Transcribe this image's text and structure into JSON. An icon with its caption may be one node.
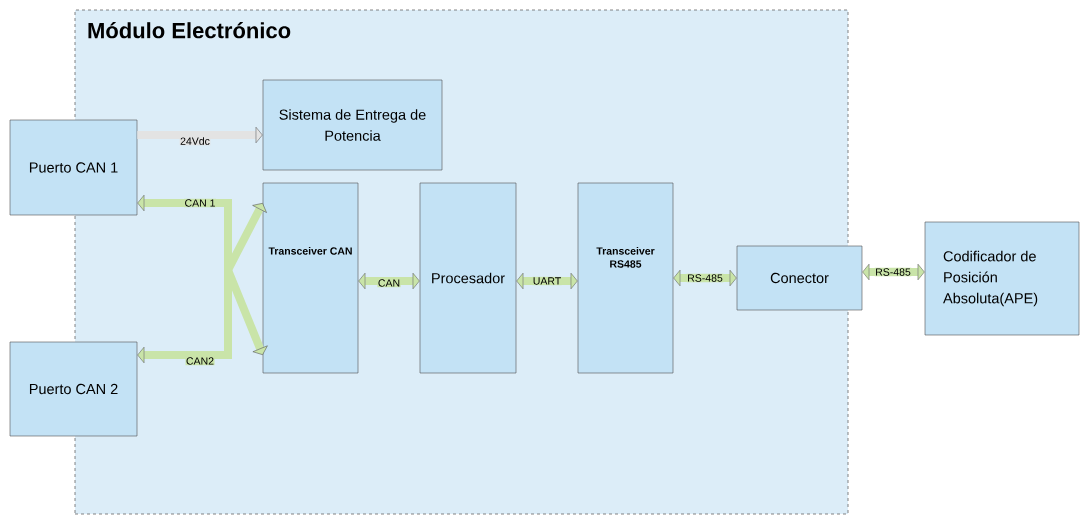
{
  "diagram": {
    "nodes": [
      {
        "text": [
          "Módulo Electrónico"
        ]
      },
      {
        "text": [
          "Puerto CAN 1"
        ]
      },
      {
        "text": [
          "Sistema de Entrega de Potencia"
        ],
        "in": 0
      },
      {
        "text": [
          "Transceiver CAN"
        ],
        "in": 0
      },
      {
        "text": [
          "Procesador"
        ],
        "in": 0
      },
      {
        "text": [
          "Transceiver RS485"
        ],
        "in": 0
      },
      {
        "text": [
          "Conector"
        ]
      },
      {
        "text": [
          "Codificador de Posición Absoluta(APE)"
        ]
      },
      {
        "text": [
          "Puerto CAN 2"
        ]
      }
    ],
    "edges": [
      {
        "from": 1,
        "to": 2,
        "arrow": "to",
        "label": "24Vdc",
        "color": "#e3e3e3"
      },
      {
        "from": 1,
        "to": 3,
        "arrow": "both",
        "label": "CAN 1"
      },
      {
        "from": 8,
        "to": 3,
        "arrow": "both",
        "label": "CAN2"
      },
      {
        "from": 3,
        "to": 4,
        "arrow": "both",
        "label": "CAN"
      },
      {
        "from": 4,
        "to": 5,
        "arrow": "both",
        "label": "UART"
      },
      {
        "from": 5,
        "to": 6,
        "arrow": "both",
        "label": "RS-485"
      },
      {
        "from": 6,
        "to": 7,
        "arrow": "both",
        "label": "RS-485"
      }
    ]
  }
}
